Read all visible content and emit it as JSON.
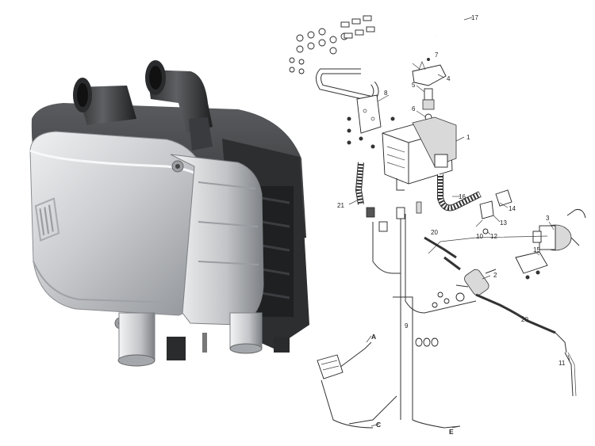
{
  "photo": {
    "logo_icon": "heater-brand-logo-icon",
    "colors": {
      "housing_silver": "#c9cbce",
      "housing_dark": "#3a3b3d",
      "background": "#ffffff"
    }
  },
  "diagram": {
    "part_numbers": [
      "1",
      "2",
      "3",
      "4",
      "5",
      "6",
      "7",
      "8",
      "9",
      "10",
      "11",
      "12",
      "13",
      "14",
      "15",
      "16",
      "17",
      "20",
      "21"
    ],
    "connector_letters": [
      "A",
      "C",
      "E"
    ]
  }
}
